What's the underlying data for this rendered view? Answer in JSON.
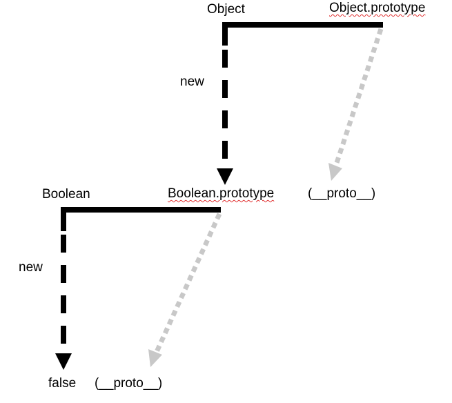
{
  "labels": {
    "object": "Object",
    "object_prototype": "Object.prototype",
    "new_top": "new",
    "boolean": "Boolean",
    "boolean_prototype": "Boolean.prototype",
    "proto_top": "(__proto__)",
    "new_bottom": "new",
    "false_value": "false",
    "proto_bottom": "(__proto__)"
  },
  "colors": {
    "constructor_line": "#000000",
    "proto_line": "#c8c8c8",
    "spellcheck": "#e03030"
  }
}
